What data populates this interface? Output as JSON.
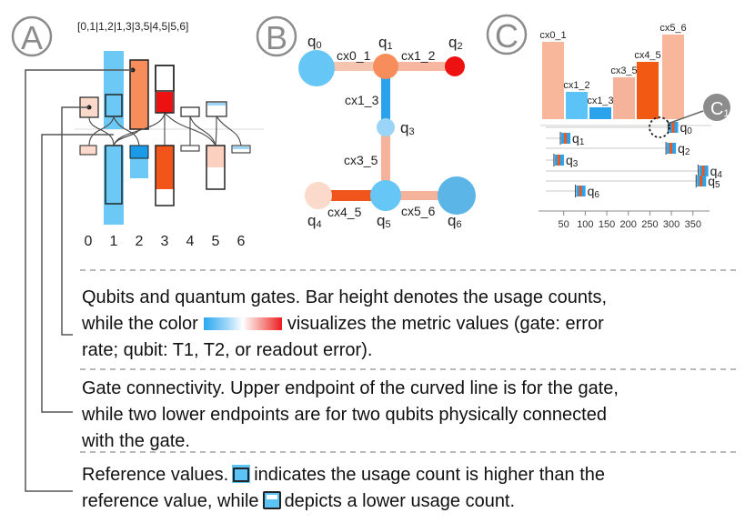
{
  "panels": {
    "a": {
      "badge": "A",
      "legend_pairs": "[0,1|1,2|1,3|3,5|4,5|5,6]",
      "qubit_labels": [
        "0",
        "1",
        "2",
        "3",
        "4",
        "5",
        "6"
      ]
    },
    "b": {
      "badge": "B",
      "qubits": [
        {
          "id": "q0",
          "base": "q",
          "sub": "0",
          "color": "#66c6f5"
        },
        {
          "id": "q1",
          "base": "q",
          "sub": "1",
          "color": "#f78d5a"
        },
        {
          "id": "q2",
          "base": "q",
          "sub": "2",
          "color": "#ed1111"
        },
        {
          "id": "q3",
          "base": "q",
          "sub": "3",
          "color": "#66c6f5"
        },
        {
          "id": "q4",
          "base": "q",
          "sub": "4",
          "color": "#fbd9cb"
        },
        {
          "id": "q5",
          "base": "q",
          "sub": "5",
          "color": "#66c6f5"
        },
        {
          "id": "q6",
          "base": "q",
          "sub": "6",
          "color": "#5bb5e6"
        }
      ],
      "gates": [
        {
          "label": "cx0_1",
          "from": "q0",
          "to": "q1",
          "color": "#f6c5b0"
        },
        {
          "label": "cx1_2",
          "from": "q1",
          "to": "q2",
          "color": "#f6b6a0"
        },
        {
          "label": "cx1_3",
          "from": "q1",
          "to": "q3",
          "color": "#2aa3ec"
        },
        {
          "label": "cx3_5",
          "from": "q3",
          "to": "q5",
          "color": "#f6b39c"
        },
        {
          "label": "cx4_5",
          "from": "q4",
          "to": "q5",
          "color": "#f0561c"
        },
        {
          "label": "cx5_6",
          "from": "q5",
          "to": "q6",
          "color": "#f6b39c"
        }
      ]
    },
    "c": {
      "badge": "C",
      "sub_badge_base": "C",
      "sub_badge_sub": "1",
      "gate_bars": [
        {
          "label": "cx0_1",
          "color": "#f8b79b",
          "level": 0.85
        },
        {
          "label": "cx1_2",
          "color": "#5bc3f5",
          "level": 0.3
        },
        {
          "label": "cx1_3",
          "color": "#2aa3ec",
          "level": 0.13
        },
        {
          "label": "cx3_5",
          "color": "#f6b39c",
          "level": 0.46
        },
        {
          "label": "cx4_5",
          "color": "#f25a14",
          "level": 0.63
        },
        {
          "label": "cx5_6",
          "color": "#f8b79b",
          "level": 0.93
        }
      ],
      "qubit_marks": [
        {
          "id": "q0",
          "base": "q",
          "sub": "0",
          "value": 305
        },
        {
          "id": "q1",
          "base": "q",
          "sub": "1",
          "value": 55
        },
        {
          "id": "q2",
          "base": "q",
          "sub": "2",
          "value": 300
        },
        {
          "id": "q3",
          "base": "q",
          "sub": "3",
          "value": 40
        },
        {
          "id": "q4",
          "base": "q",
          "sub": "4",
          "value": 375
        },
        {
          "id": "q5",
          "base": "q",
          "sub": "5",
          "value": 370
        },
        {
          "id": "q6",
          "base": "q",
          "sub": "6",
          "value": 90
        }
      ],
      "axis": {
        "ticks": [
          "50",
          "100",
          "150",
          "200",
          "250",
          "300",
          "350"
        ],
        "range": [
          0,
          380
        ]
      }
    }
  },
  "captions": {
    "qubits_a": "Qubits and quantum gates. Bar height denotes the usage counts,",
    "qubits_b1": "while the color",
    "qubits_b2": "visualizes the metric values (gate: error",
    "qubits_c": "rate; qubit: T1, T2, or readout error).",
    "conn_a": "Gate connectivity. Upper endpoint of the curved line is for the gate,",
    "conn_b": "while two lower endpoints are for two qubits physically connected",
    "conn_c": "with the gate.",
    "ref_a1": "Reference values.",
    "ref_a2": "indicates the usage count is higher than the",
    "ref_b1": "reference value,  while",
    "ref_b2": "depicts a lower usage count."
  },
  "colors": {
    "low_metric": "#2aa8f0",
    "mid_metric": "#ffffff",
    "high_metric": "#ee1c22",
    "badge_gray": "#8c8c8c"
  }
}
